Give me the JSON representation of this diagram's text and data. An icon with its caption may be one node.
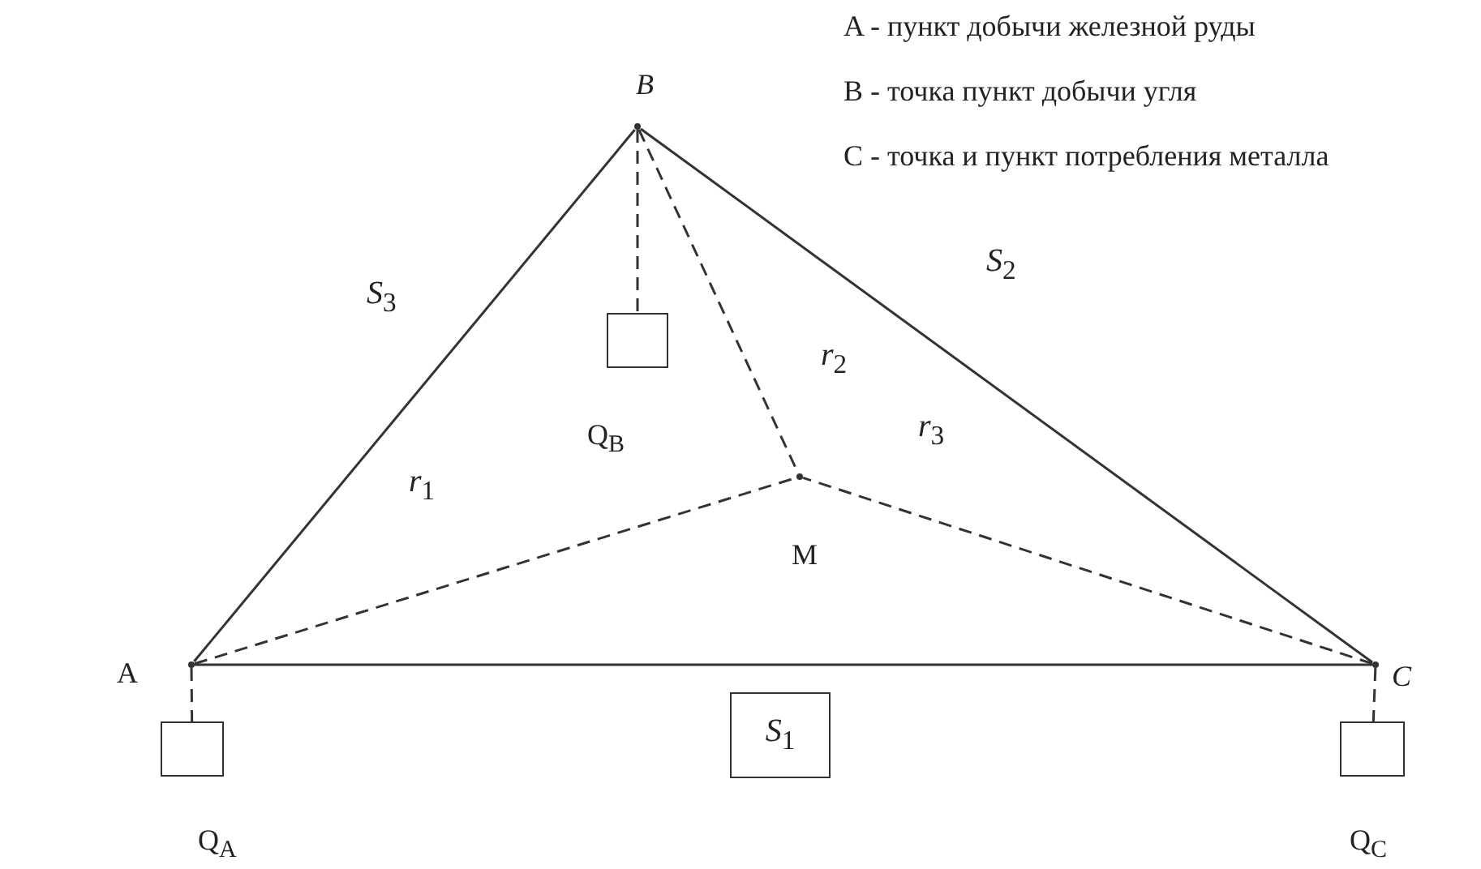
{
  "diagram": {
    "nodes": [
      {
        "text": [],
        "shape": "point",
        "beside": [
          "*B*"
        ]
      },
      {
        "text": [],
        "shape": "box",
        "beside": [
          "Q$_{B}$"
        ]
      },
      {
        "text": [],
        "shape": "point",
        "beside": [
          "A"
        ]
      },
      {
        "text": [],
        "shape": "point",
        "beside": [
          "*C*"
        ]
      },
      {
        "text": [],
        "shape": "point",
        "beside": [
          "M"
        ]
      },
      {
        "text": [],
        "shape": "box",
        "beside": [
          "Q$_{A}$"
        ]
      },
      {
        "text": [
          "*S*$_{1}$"
        ]
      },
      {
        "text": [],
        "shape": "box",
        "beside": [
          "Q$_{C}$"
        ]
      }
    ],
    "edges": [
      {
        "from": 2,
        "to": 0,
        "arrow": "none"
      },
      {
        "from": 0,
        "to": 3,
        "arrow": "none"
      },
      {
        "from": 2,
        "to": 3,
        "arrow": "none"
      },
      {
        "from": 0,
        "to": 1,
        "arrow": "none",
        "style": "dashed"
      },
      {
        "from": 0,
        "to": 4,
        "arrow": "none",
        "style": "dashed"
      },
      {
        "from": 2,
        "to": 4,
        "arrow": "none",
        "style": "dashed"
      },
      {
        "from": 3,
        "to": 4,
        "arrow": "none",
        "style": "dashed"
      },
      {
        "from": 2,
        "to": 5,
        "arrow": "none",
        "style": "dashed"
      },
      {
        "from": 3,
        "to": 7,
        "arrow": "none",
        "style": "dashed"
      }
    ],
    "labels": [
      "A - пункт добычи железной руды",
      "В - точка пункт добычи угля",
      "С - точка и пункт потребления металла",
      "*S*$_{3}$",
      "*S*$_{2}$",
      "*r*$_{2}$",
      "*r*$_{3}$",
      "*r*$_{1}$"
    ]
  }
}
